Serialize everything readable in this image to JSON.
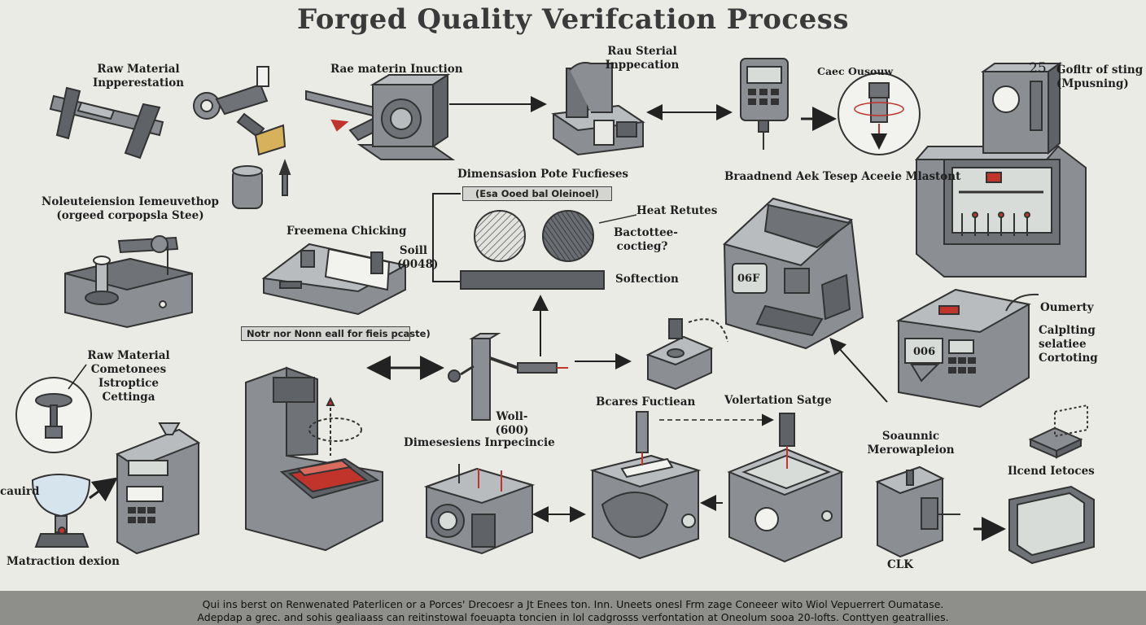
{
  "title": "Forged Quality Verifcation Process",
  "labels": {
    "raw_material_inspection": [
      "Raw Material",
      "Inpperestation"
    ],
    "raw_material_inuction": "Rae materin Inuction",
    "raw_sterial_inspection": [
      "Rau Sterial",
      "Inppecation"
    ],
    "case_ousouw": "Caec Ousouw",
    "gofiltr_number": "25",
    "gofiltr": [
      "Gofltr of sting",
      "(Mpusning)"
    ],
    "nondestructive": [
      "Noleuteiension Iemeuvethop",
      "(orgeed corpopsla Stee)"
    ],
    "dimension_probe": "Dimensasion Pote Fucfieses",
    "brandend": "Braadnend Aek Tesep Aceeie Mlastont",
    "freemena_checking": "Freemena Chicking",
    "heat_retutes": "Heat Retutes",
    "bactottee": [
      "Bactottee-",
      "coctieg?"
    ],
    "soill": [
      "Soill",
      "(0048)"
    ],
    "softection": "Softection",
    "raw_material_cometonees": [
      "Raw Material",
      "Cometonees",
      "Istroptice",
      "Cettinga"
    ],
    "cauird": "cauird",
    "matraction": "Matraction dexion",
    "woll": [
      "Woll-",
      "(600)"
    ],
    "dimesesiens": "Dimesesiens Inrpecincie",
    "bcares_fuctiean": "Bcares Fuctiean",
    "volertation": "Volertation Satge",
    "oumerty": "Oumerty",
    "calplting": [
      "Calplting",
      "selatiee",
      "Cortoting"
    ],
    "soaunnic": [
      "Soaunnic",
      "Merowapleion"
    ],
    "ilcend": "Ilcend Ietoces",
    "clk": "CLK"
  },
  "boxes": {
    "probe_bar": "(Esa Ooed bal Oleinoel)",
    "note_bar": "Notr nor Nonn eall for fieis pcaste)"
  },
  "screens": {
    "gauge_a": "06F",
    "gauge_b": "006"
  },
  "footer": {
    "line1": "Qui ins berst on Renwenated Paterlicen or a Porces' Drecoesr a Jt Enees ton. Inn. Uneets onesl Frm zage Coneeer wito Wiol Vepuerrert Oumatase.",
    "line2": "Adepdap a grec. and sohis gealiaass can reitinstowal foeuapta toncien in lol cadgrosss verfontation at Oneolum sooa 20-lofts. Conttyen geatrallies."
  },
  "colors": {
    "background": "#ebebe6",
    "machine": "#8b8f94",
    "machine_dark": "#5f6368",
    "accent_red": "#c0342c",
    "footer_band": "#8e8e8a"
  }
}
